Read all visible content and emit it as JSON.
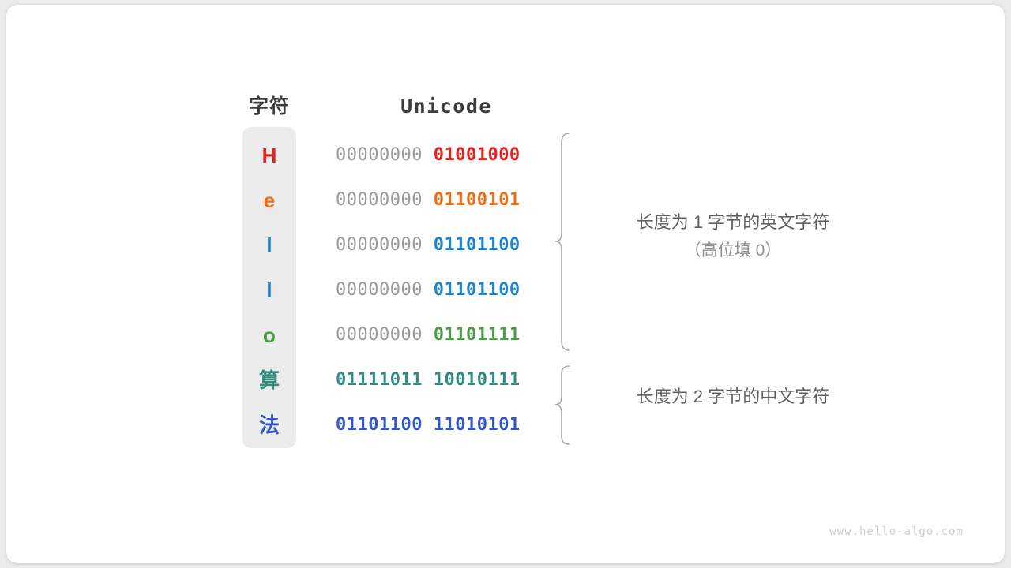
{
  "figure": {
    "headers": {
      "char_column": "字符",
      "unicode_column": "Unicode"
    },
    "rows": [
      {
        "char": "H",
        "char_color": "#e8211c",
        "high_byte": "00000000",
        "low_byte": "01001000",
        "high_byte_muted": true,
        "bits_color": "#e8211c"
      },
      {
        "char": "e",
        "char_color": "#f06c12",
        "high_byte": "00000000",
        "low_byte": "01100101",
        "high_byte_muted": true,
        "bits_color": "#f06c12"
      },
      {
        "char": "l",
        "char_color": "#1d84cd",
        "high_byte": "00000000",
        "low_byte": "01101100",
        "high_byte_muted": true,
        "bits_color": "#1d84cd"
      },
      {
        "char": "l",
        "char_color": "#1d84cd",
        "high_byte": "00000000",
        "low_byte": "01101100",
        "high_byte_muted": true,
        "bits_color": "#1d84cd"
      },
      {
        "char": "o",
        "char_color": "#4a9c46",
        "high_byte": "00000000",
        "low_byte": "01101111",
        "high_byte_muted": true,
        "bits_color": "#4a9c46"
      },
      {
        "char": "算",
        "char_color": "#2f8c7e",
        "high_byte": "01111011",
        "low_byte": "10010111",
        "high_byte_muted": false,
        "bits_color": "#2f8c7e"
      },
      {
        "char": "法",
        "char_color": "#3355cc",
        "high_byte": "01101100",
        "low_byte": "11010101",
        "high_byte_muted": false,
        "bits_color": "#3355cc"
      }
    ],
    "annotations": [
      {
        "text": "长度为 1 字节的英文字符",
        "sub_text": "（高位填 0）"
      },
      {
        "text": "长度为 2 字节的中文字符",
        "sub_text": ""
      }
    ],
    "watermark": "www.hello-algo.com",
    "colors": {
      "page_background": "#ebebeb",
      "card_background": "#ffffff",
      "char_panel_background": "#ececec",
      "muted_byte": "#9a9a9a",
      "header_text": "#3c3c3c",
      "annotation_text": "#5f5f5f",
      "annotation_sub_text": "#8e8e8e",
      "brace_stroke": "#a8a8a8",
      "watermark_text": "#d0d0d0"
    }
  }
}
